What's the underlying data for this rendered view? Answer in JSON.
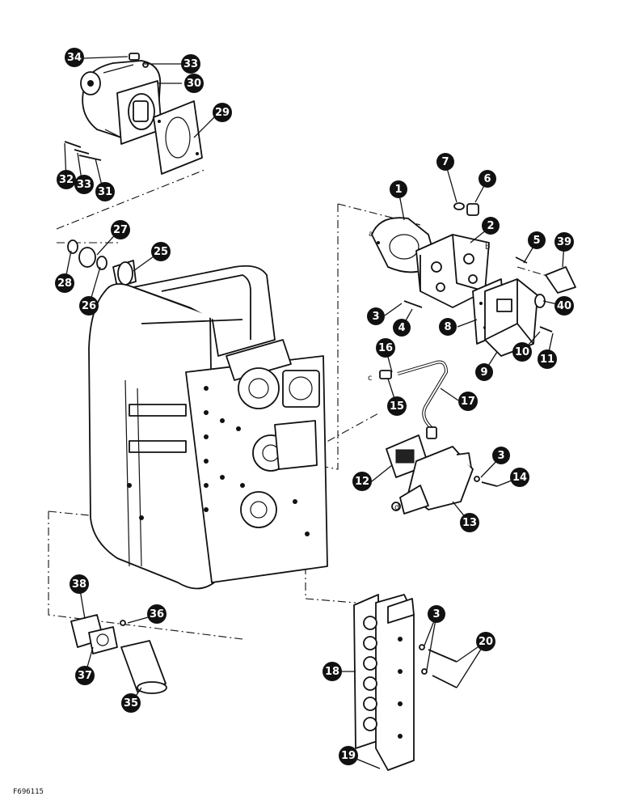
{
  "figure_code": "F696115",
  "letters": {
    "a": "a",
    "b": "b",
    "c": "c",
    "d": "d"
  },
  "callouts": [
    {
      "id": "c34",
      "label": "34"
    },
    {
      "id": "c33a",
      "label": "33"
    },
    {
      "id": "c30",
      "label": "30"
    },
    {
      "id": "c29",
      "label": "29"
    },
    {
      "id": "c32",
      "label": "32"
    },
    {
      "id": "c33b",
      "label": "33"
    },
    {
      "id": "c31",
      "label": "31"
    },
    {
      "id": "c27",
      "label": "27"
    },
    {
      "id": "c25",
      "label": "25"
    },
    {
      "id": "c28",
      "label": "28"
    },
    {
      "id": "c26",
      "label": "26"
    },
    {
      "id": "c7",
      "label": "7"
    },
    {
      "id": "c6",
      "label": "6"
    },
    {
      "id": "c1",
      "label": "1"
    },
    {
      "id": "c2",
      "label": "2"
    },
    {
      "id": "c5",
      "label": "5"
    },
    {
      "id": "c39",
      "label": "39"
    },
    {
      "id": "c3a",
      "label": "3"
    },
    {
      "id": "c4",
      "label": "4"
    },
    {
      "id": "c8",
      "label": "8"
    },
    {
      "id": "c40",
      "label": "40"
    },
    {
      "id": "c16",
      "label": "16"
    },
    {
      "id": "c10",
      "label": "10"
    },
    {
      "id": "c11",
      "label": "11"
    },
    {
      "id": "c9",
      "label": "9"
    },
    {
      "id": "c15",
      "label": "15"
    },
    {
      "id": "c17",
      "label": "17"
    },
    {
      "id": "c3b",
      "label": "3"
    },
    {
      "id": "c14",
      "label": "14"
    },
    {
      "id": "c12",
      "label": "12"
    },
    {
      "id": "c13",
      "label": "13"
    },
    {
      "id": "c38",
      "label": "38"
    },
    {
      "id": "c36",
      "label": "36"
    },
    {
      "id": "c3c",
      "label": "3"
    },
    {
      "id": "c20",
      "label": "20"
    },
    {
      "id": "c37",
      "label": "37"
    },
    {
      "id": "c18",
      "label": "18"
    },
    {
      "id": "c35",
      "label": "35"
    },
    {
      "id": "c19",
      "label": "19"
    }
  ]
}
